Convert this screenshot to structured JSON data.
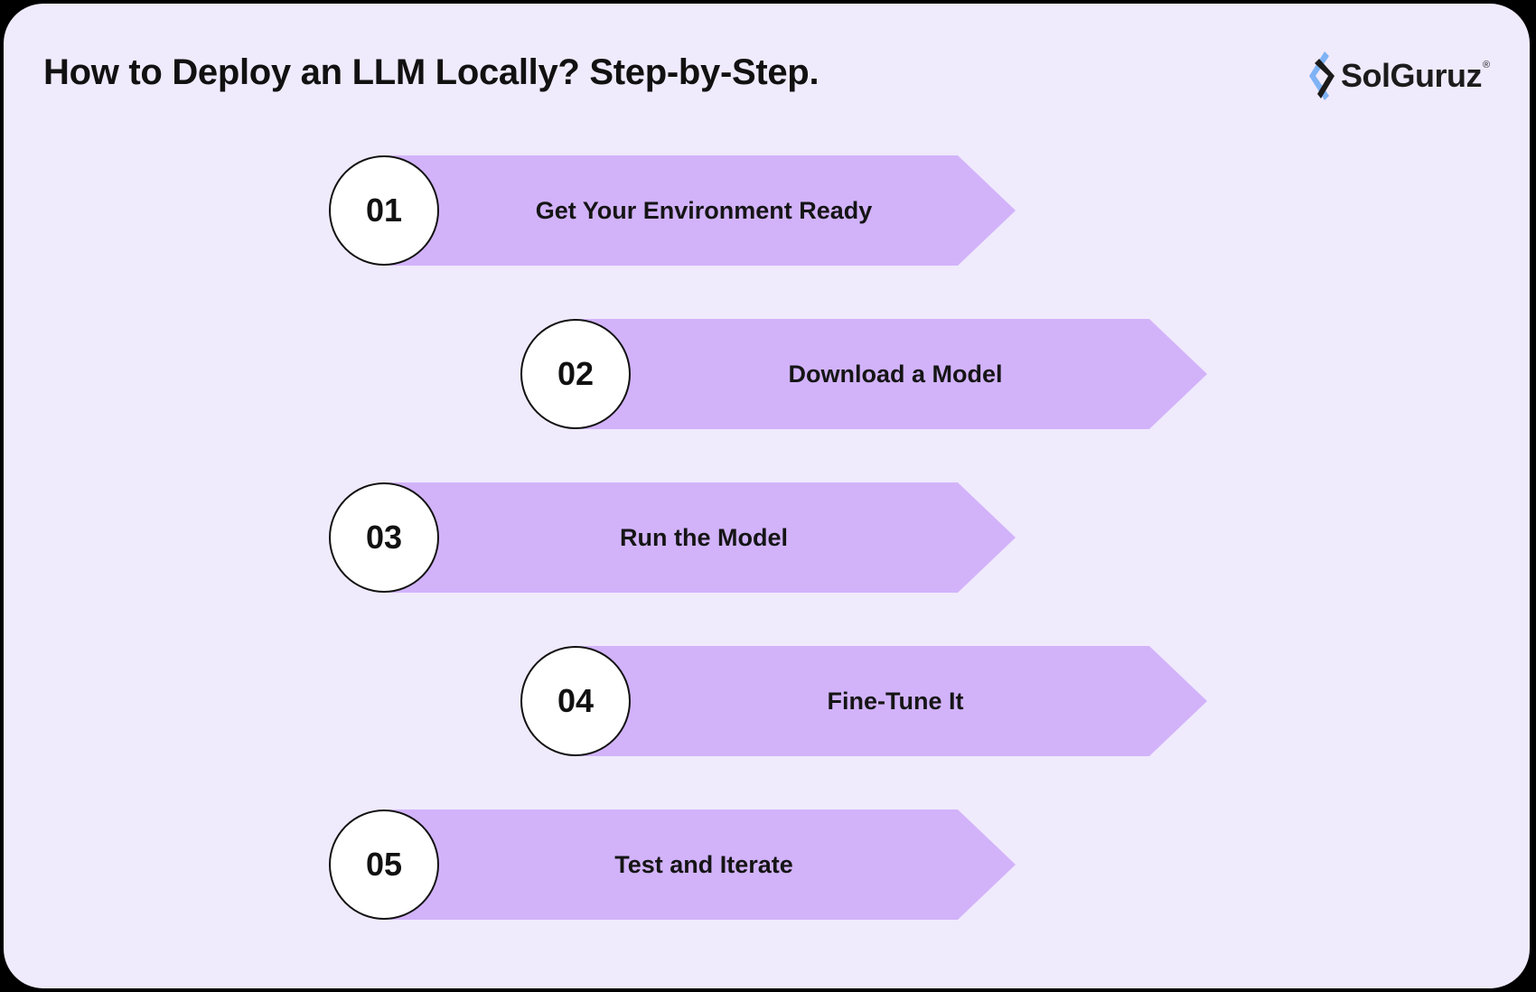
{
  "header": {
    "title": "How to Deploy an LLM Locally? Step-by-Step."
  },
  "logo": {
    "name": "SolGuruz",
    "registered_mark": "®",
    "icon": "solguruz-logo-icon",
    "colors": {
      "light": "#7fb3f5",
      "dark": "#1a1a1a"
    }
  },
  "steps": [
    {
      "number": "01",
      "label": "Get Your Environment Ready"
    },
    {
      "number": "02",
      "label": "Download a Model"
    },
    {
      "number": "03",
      "label": "Run the Model"
    },
    {
      "number": "04",
      "label": "Fine-Tune It"
    },
    {
      "number": "05",
      "label": "Test and Iterate"
    }
  ],
  "colors": {
    "background": "#f0eafd",
    "arrow_fill": "#d2b3fa",
    "circle_fill": "#ffffff",
    "text": "#111111"
  }
}
